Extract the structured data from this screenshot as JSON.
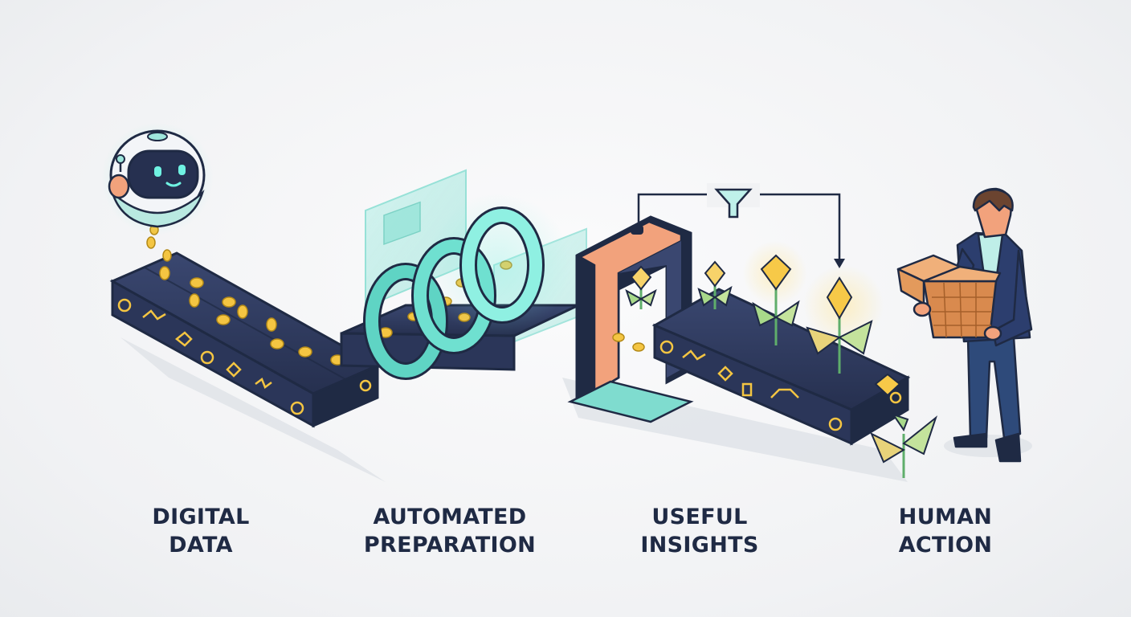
{
  "stages": [
    {
      "line1": "DIGITAL",
      "line2": "DATA"
    },
    {
      "line1": "AUTOMATED",
      "line2": "PREPARATION"
    },
    {
      "line1": "USEFUL",
      "line2": "INSIGHTS"
    },
    {
      "line1": "HUMAN",
      "line2": "ACTION"
    }
  ],
  "colors": {
    "navy": "#1f2a44",
    "belt": "#2e3a5e",
    "teal": "#5fd4c4",
    "orange": "#f2a27c",
    "gold": "#f4c542",
    "basket": "#d98a4e"
  },
  "icons": [
    "robot-icon",
    "funnel-icon",
    "basket-icon",
    "plant-icon",
    "person-icon"
  ]
}
